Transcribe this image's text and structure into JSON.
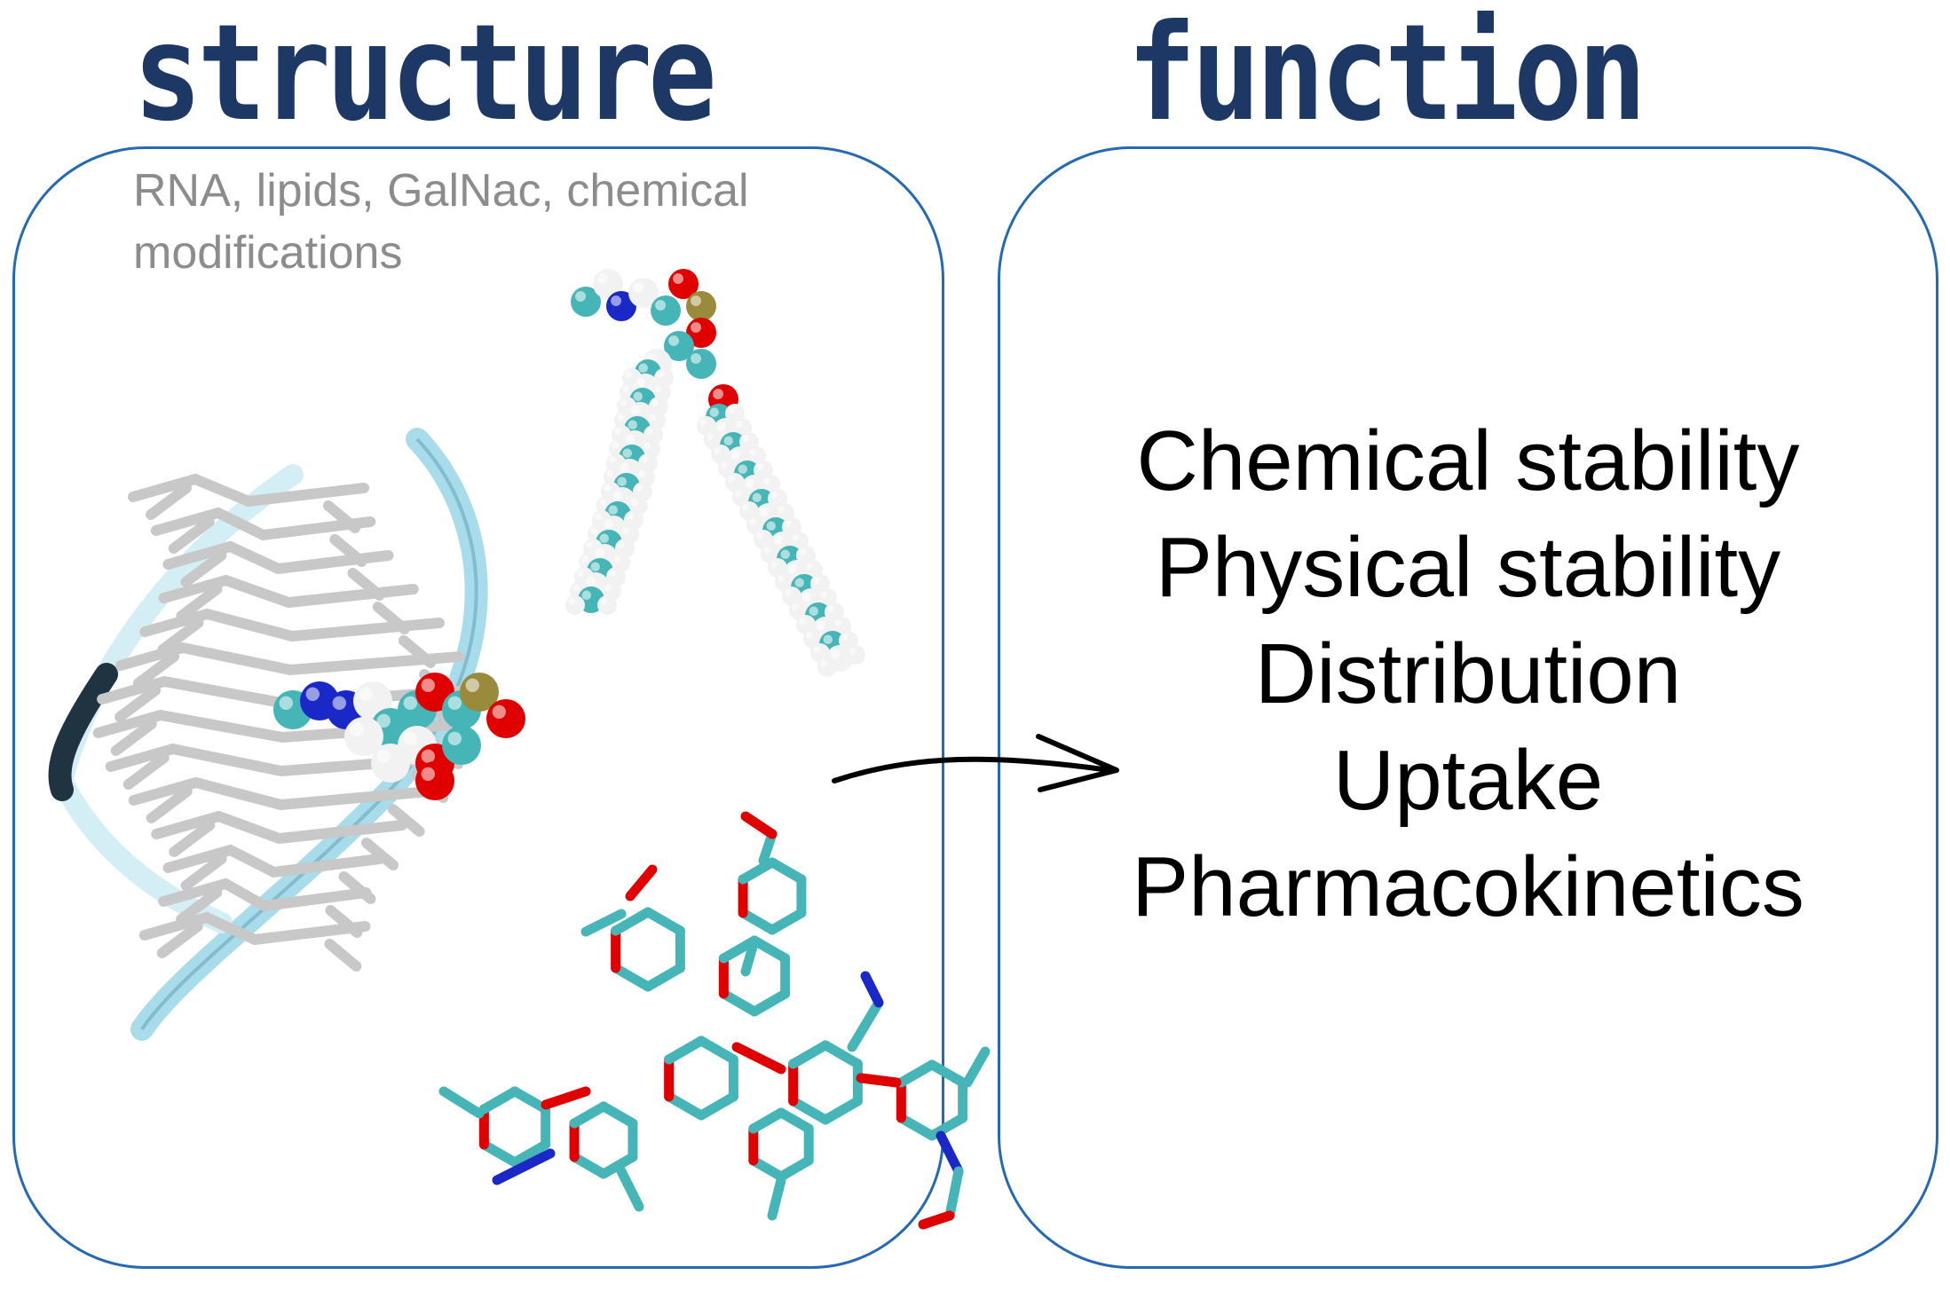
{
  "structure_panel": {
    "heading": "structure",
    "subtitle": "RNA, lipids, GalNac, chemical modifications"
  },
  "function_panel": {
    "heading": "function",
    "properties": [
      "Chemical stability",
      "Physical stability",
      "Distribution",
      "Uptake",
      "Pharmacokinetics"
    ]
  },
  "colors": {
    "heading": "#1d3864",
    "panel_border": "#2469b3",
    "subtitle": "#8c8c8c",
    "carbon": "#45b5b8",
    "oxygen": "#e00000",
    "nitrogen": "#1a28c8",
    "hydrogen": "#f2f2f2",
    "phosphorus": "#9a8a3c",
    "ribbon": "#a9dcea",
    "rna_sticks": "#c8c8c8"
  },
  "icons": [
    "rna-duplex-illustration",
    "lipid-molecule-illustration",
    "galnac-molecule-illustration",
    "arrow-right-icon"
  ]
}
